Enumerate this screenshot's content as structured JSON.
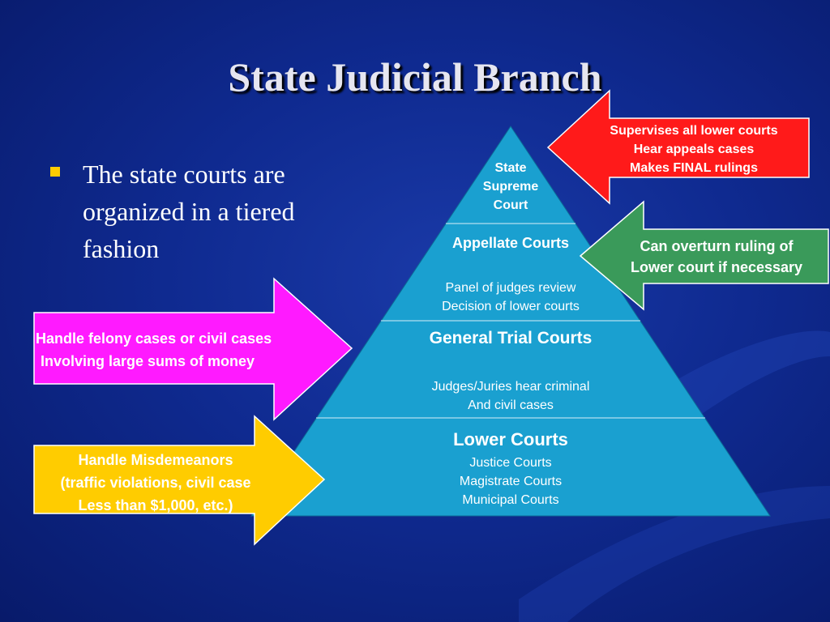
{
  "slide": {
    "title": "State Judicial Branch",
    "bullet": "The state courts are organized in a tiered fashion"
  },
  "pyramid": {
    "supreme": [
      "State",
      "Supreme",
      "Court"
    ],
    "appellate": {
      "title": "Appellate Courts",
      "desc": [
        "Panel of judges review",
        "Decision of lower courts"
      ]
    },
    "general": {
      "title": "General Trial Courts",
      "desc": [
        "Judges/Juries hear criminal",
        "And civil cases"
      ]
    },
    "lower": {
      "title": "Lower Courts",
      "desc": [
        "Justice Courts",
        "Magistrate Courts",
        "Municipal Courts"
      ]
    }
  },
  "callouts": {
    "supreme_note": [
      "Supervises all lower courts",
      "Hear appeals cases",
      "Makes FINAL rulings"
    ],
    "appellate_note": [
      "Can overturn ruling of",
      "Lower court if necessary"
    ],
    "general_note": [
      "Handle felony cases or civil cases",
      "Involving large sums of money"
    ],
    "lower_note": [
      "Handle Misdemeanors",
      "(traffic violations, civil case",
      "Less than $1,000, etc.)"
    ]
  },
  "colors": {
    "pyramid_fill": "#1aa0d0",
    "red_arrow": "#ff1a1a",
    "green_arrow": "#3a9a5a",
    "magenta_arrow": "#ff1aff",
    "yellow_arrow": "#ffcc00"
  }
}
